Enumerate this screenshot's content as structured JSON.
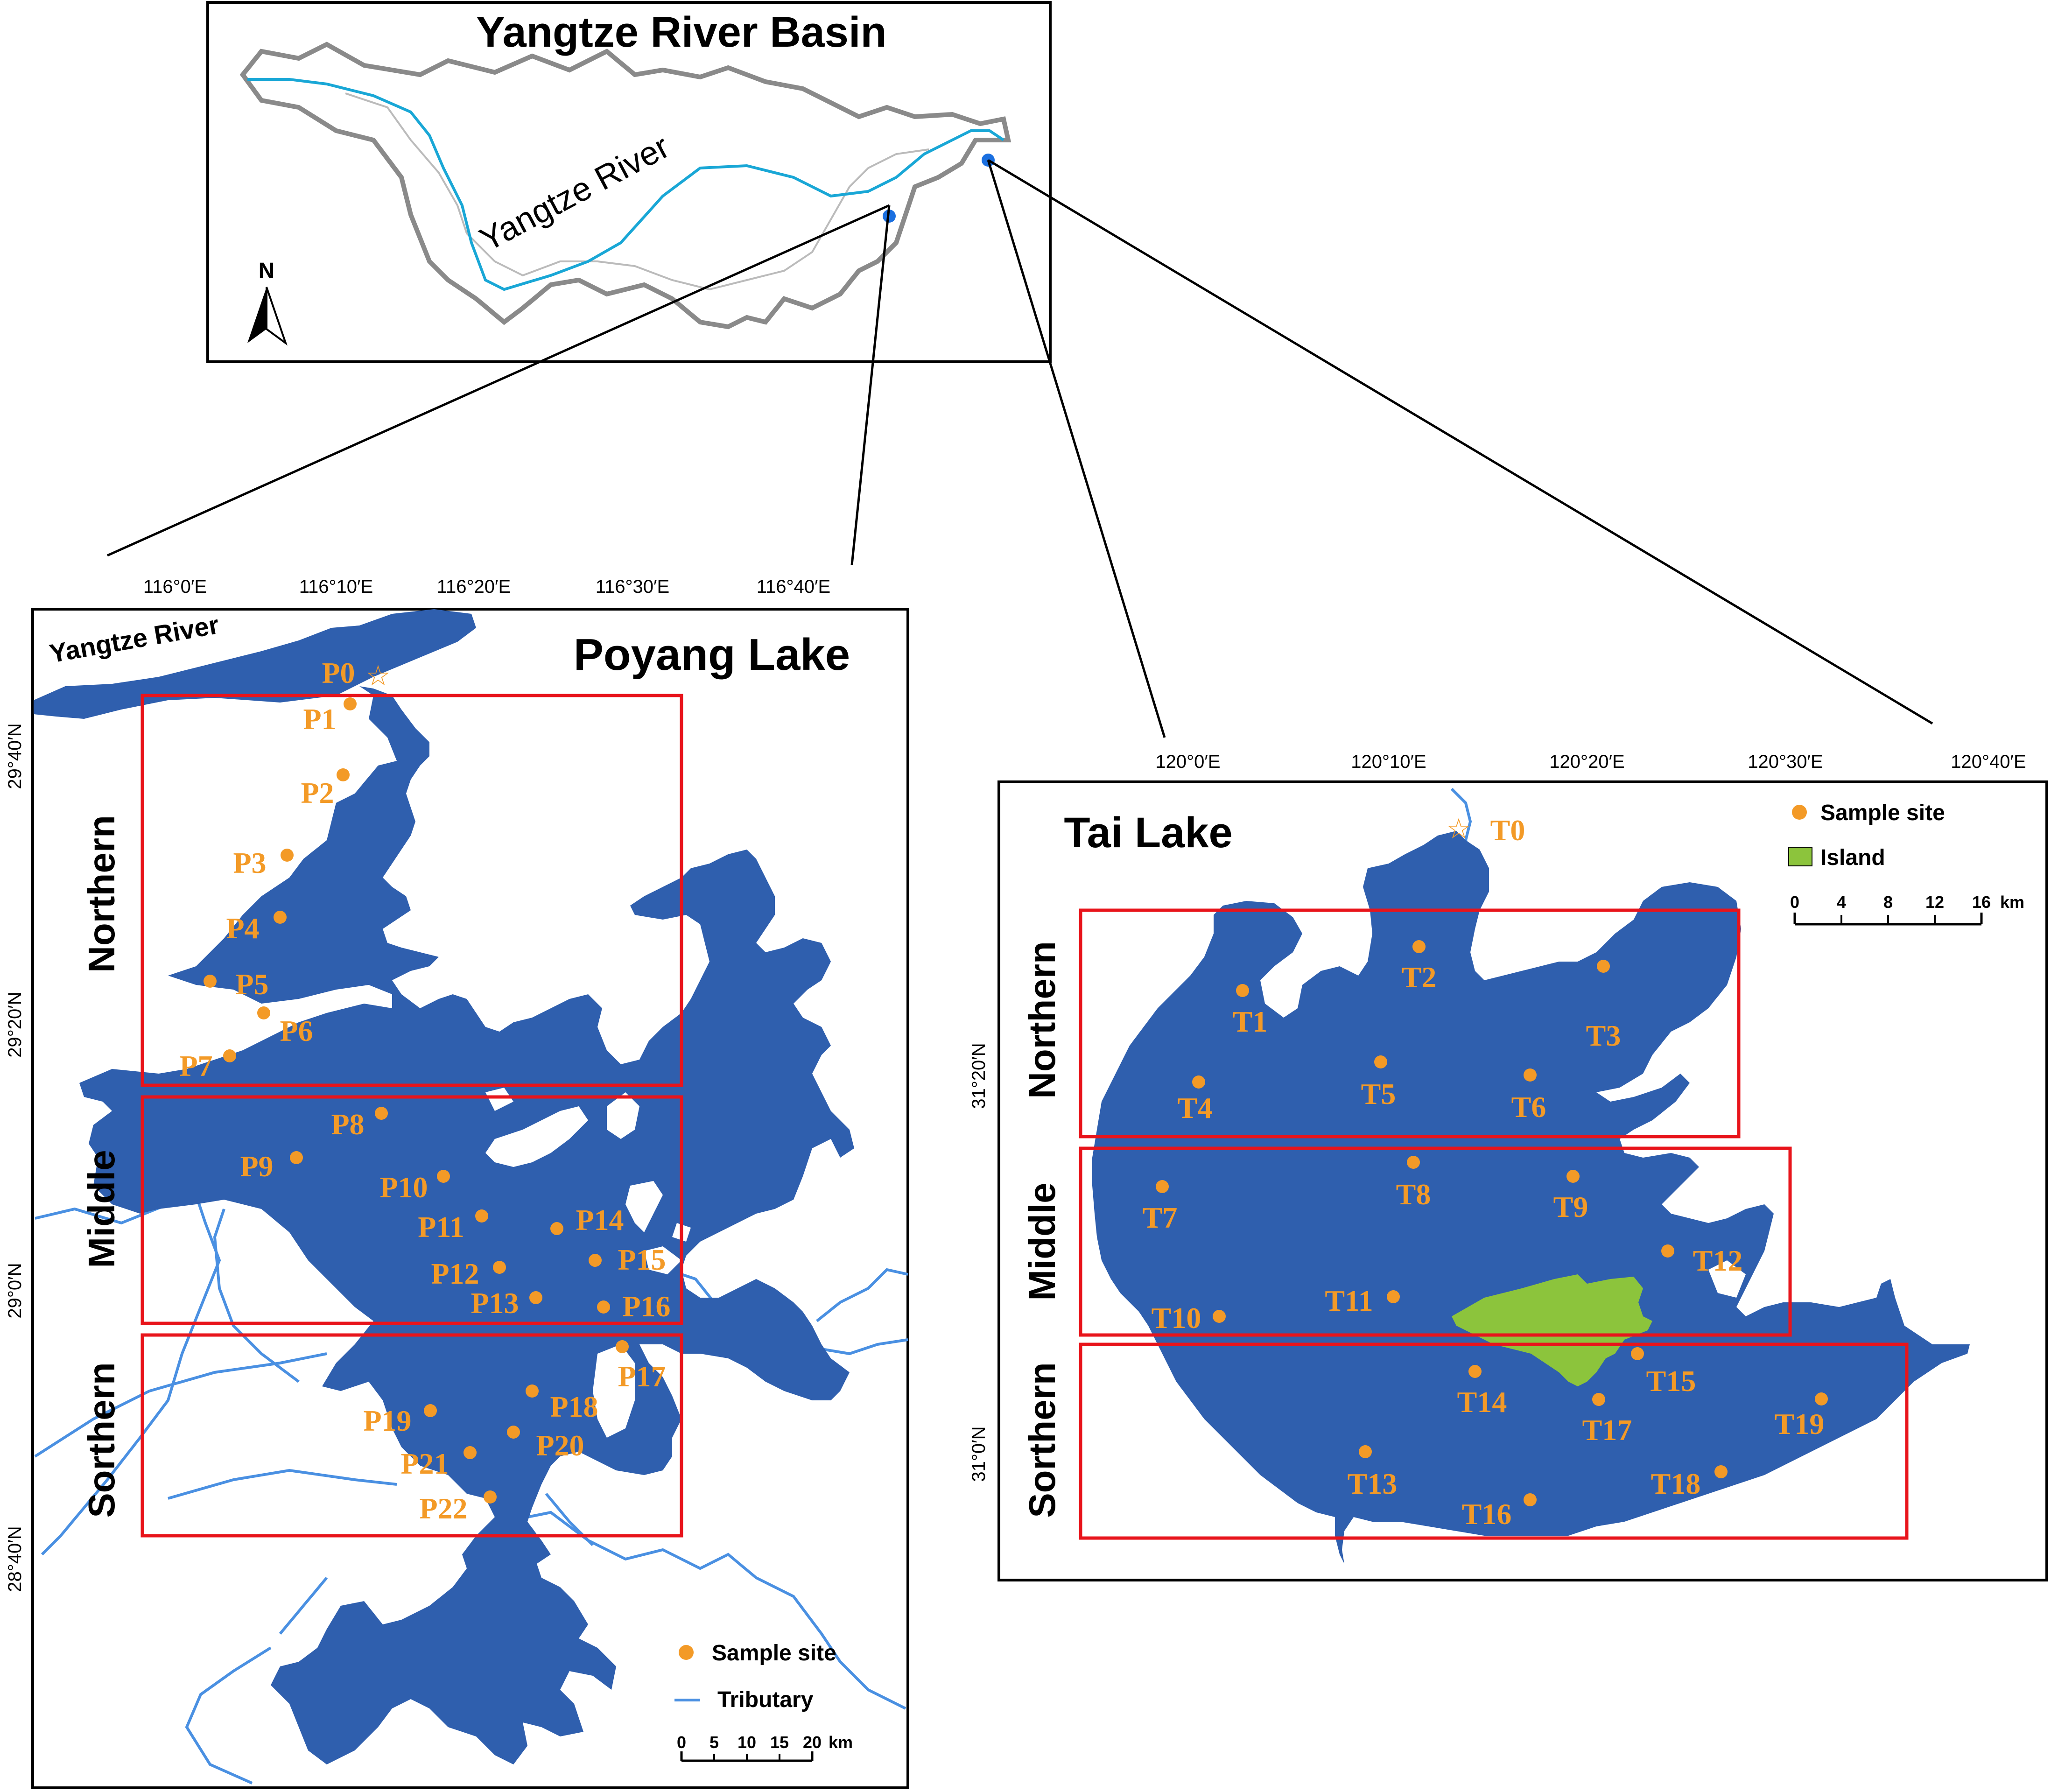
{
  "inset": {
    "title": "Yangtze River Basin",
    "river_label": "Yangtze River",
    "north_label": "N"
  },
  "poyang": {
    "title": "Poyang Lake",
    "river_label": "Yangtze River",
    "lon_ticks": [
      "116°0′E",
      "116°10′E",
      "116°20′E",
      "116°30′E",
      "116°40′E"
    ],
    "lat_ticks": [
      "29°40′N",
      "29°20′N",
      "29°0′N",
      "28°40′N"
    ],
    "zones": [
      "Northern",
      "Middle",
      "Sorthern"
    ],
    "sites": [
      "P0",
      "P1",
      "P2",
      "P3",
      "P4",
      "P5",
      "P6",
      "P7",
      "P8",
      "P9",
      "P10",
      "P11",
      "P12",
      "P13",
      "P14",
      "P15",
      "P16",
      "P17",
      "P18",
      "P19",
      "P20",
      "P21",
      "P22"
    ],
    "legend": {
      "sample_site": "Sample site",
      "tributary": "Tributary"
    },
    "scale": {
      "ticks": [
        "0",
        "5",
        "10",
        "15",
        "20"
      ],
      "unit": "km"
    }
  },
  "tai": {
    "title": "Tai Lake",
    "lon_ticks": [
      "120°0′E",
      "120°10′E",
      "120°20′E",
      "120°30′E",
      "120°40′E"
    ],
    "lat_ticks": [
      "31°20′N",
      "31°0′N"
    ],
    "zones": [
      "Northern",
      "Middle",
      "Sorthern"
    ],
    "sites": [
      "T0",
      "T1",
      "T2",
      "T3",
      "T4",
      "T5",
      "T6",
      "T7",
      "T8",
      "T9",
      "T10",
      "T11",
      "T12",
      "T13",
      "T14",
      "T15",
      "T16",
      "T17",
      "T18",
      "T19"
    ],
    "legend": {
      "sample_site": "Sample site",
      "island": "Island"
    },
    "scale": {
      "ticks": [
        "0",
        "4",
        "8",
        "12",
        "16"
      ],
      "unit": "km"
    }
  },
  "colors": {
    "lake": "#2f5fae",
    "site": "#f39a27",
    "zone_box": "#e8141b",
    "tributary": "#4a90e2",
    "river": "#19a7d6",
    "basin": "#8a8a8a",
    "island": "#8cc43c"
  }
}
